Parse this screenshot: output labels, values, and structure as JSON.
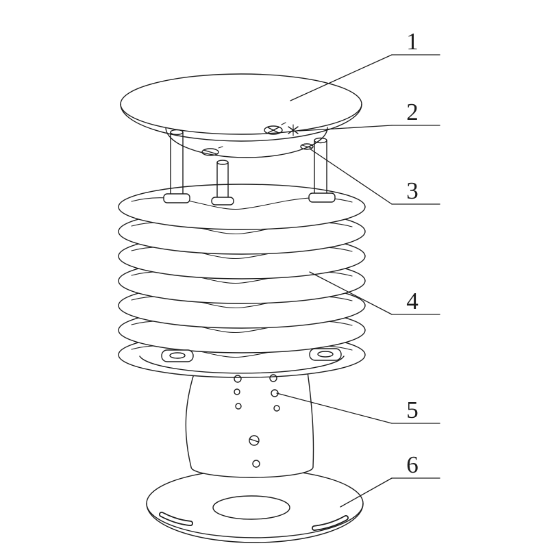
{
  "figure": {
    "callouts": [
      {
        "label": "1"
      },
      {
        "label": "2"
      },
      {
        "label": "3"
      },
      {
        "label": "4"
      },
      {
        "label": "5"
      },
      {
        "label": "6"
      }
    ]
  },
  "colors": {
    "line": "#1c1c1c",
    "background": "#ffffff"
  }
}
